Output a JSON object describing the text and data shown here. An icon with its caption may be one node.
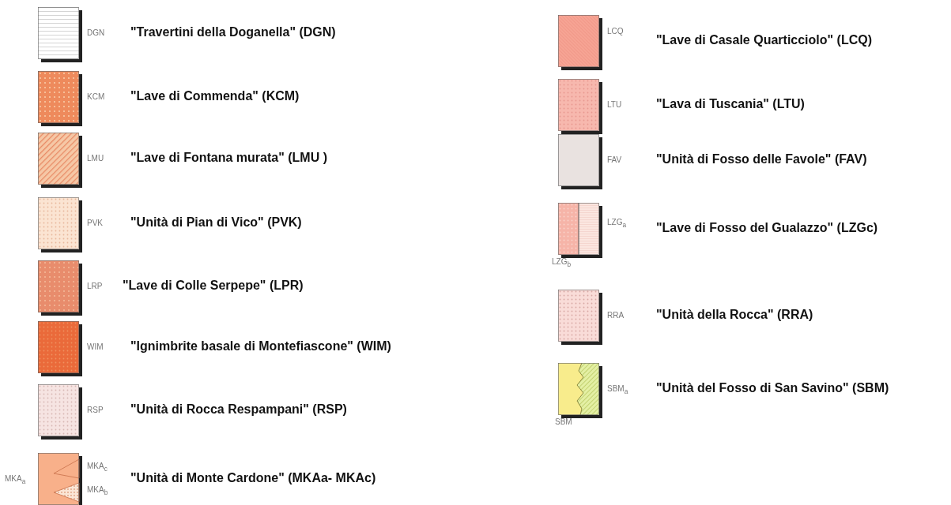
{
  "diagram": {
    "labels": [
      "DGN",
      "KCM",
      "LMU",
      "PVK",
      "LRP",
      "WIM",
      "RSP",
      "MKA$_{a}$",
      "MKA$_{c}$",
      "MKA$_{b}$",
      "LCQ",
      "LTU",
      "FAV",
      "LZG$_{a}$",
      "LZG$_{b}$",
      "RRA",
      "SBM$_{a}$",
      "SBM"
    ],
    "legend": [
      {
        "text": "\"Travertini della Doganella\" (DGN)"
      },
      {
        "text": "\"Lave di Commenda\" (KCM)"
      },
      {
        "text": "\"Lave di Fontana murata\" (LMU )"
      },
      {
        "text": "\"Unità di Pian di Vico\" (PVK)"
      },
      {
        "text": "\"Lave di Colle Serpepe\" (LPR)"
      },
      {
        "text": "\"Ignimbrite basale di Montefiascone\" (WIM)"
      },
      {
        "text": "\"Unità di Rocca Respampani\" (RSP)"
      },
      {
        "text": "\"Unità di Monte Cardone\" (MKAa- MKAc)"
      },
      {
        "text": "\"Lave di Casale Quarticciolo\" (LCQ)"
      },
      {
        "text": "\"Lava di Tuscania\" (LTU)"
      },
      {
        "text": "\"Unità di Fosso delle Favole\" (FAV)"
      },
      {
        "text": "\"Lave di Fosso del Gualazzo\" (LZGc)"
      },
      {
        "text": "\"Unità della Rocca\" (RRA)"
      },
      {
        "text": "\"Unità del Fosso di San Savino\" (SBM)"
      }
    ]
  }
}
